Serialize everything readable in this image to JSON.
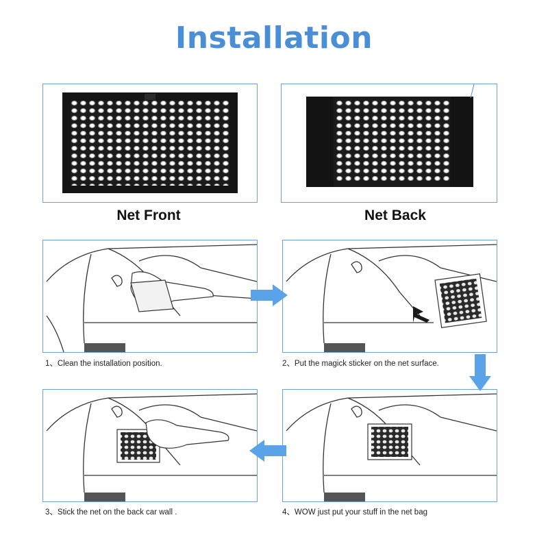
{
  "title": "Installation",
  "views": [
    {
      "label": "Net Front"
    },
    {
      "label": "Net Back"
    }
  ],
  "steps": [
    {
      "caption": "1、Clean the installation position."
    },
    {
      "caption": "2、Put the magick sticker on the net surface."
    },
    {
      "caption": "3、Stick the net on the back car wall ."
    },
    {
      "caption": "4、WOW just put your stuff in the net bag"
    }
  ],
  "colors": {
    "accent": "#4a8fd6",
    "frame": "#6aa3dc",
    "arrow": "#5ba3e8"
  }
}
